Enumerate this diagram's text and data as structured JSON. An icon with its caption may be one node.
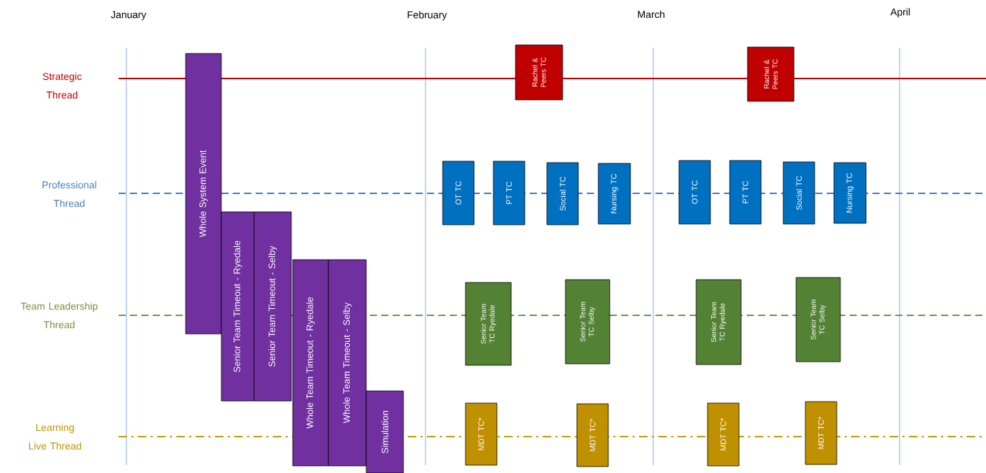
{
  "diagram": {
    "nodes": [
      {
        "text": [
          "Whole System Event"
        ]
      },
      {
        "text": [
          "Senior Team Timeout - Ryedale"
        ]
      },
      {
        "text": [
          "Senior Team Timeout - Selby"
        ]
      },
      {
        "text": [
          "Whole Team Timeout - Ryedale"
        ]
      },
      {
        "text": [
          "Whole Team Timeout - Selby"
        ]
      },
      {
        "text": [
          "Simulation"
        ]
      },
      {
        "text": [
          "Rachel & Peers TC"
        ]
      },
      {
        "text": [
          "Rachel & Peers TC"
        ]
      },
      {
        "text": [
          "OT TC"
        ]
      },
      {
        "text": [
          "PT TC"
        ]
      },
      {
        "text": [
          "Social TC"
        ]
      },
      {
        "text": [
          "Nursing TC"
        ]
      },
      {
        "text": [
          "OT TC"
        ]
      },
      {
        "text": [
          "PT TC"
        ]
      },
      {
        "text": [
          "Social TC"
        ]
      },
      {
        "text": [
          "Nursing TC"
        ]
      },
      {
        "text": [
          "Senior Team TC Ryedale"
        ]
      },
      {
        "text": [
          "Senior Team TC Selby"
        ]
      },
      {
        "text": [
          "Senior Team TC Ryedale"
        ]
      },
      {
        "text": [
          "Senior Team TC Selby"
        ]
      },
      {
        "text": [
          "MDT TC*"
        ]
      },
      {
        "text": [
          "MDT TC*"
        ]
      },
      {
        "text": [
          "MDT TC*"
        ]
      },
      {
        "text": [
          "MDT TC*"
        ]
      }
    ],
    "labels": [
      "January",
      "February",
      "March",
      "April",
      "Strategic Thread",
      "Professional Thread",
      "Team Leadership Thread",
      "Learning Live Thread"
    ]
  }
}
